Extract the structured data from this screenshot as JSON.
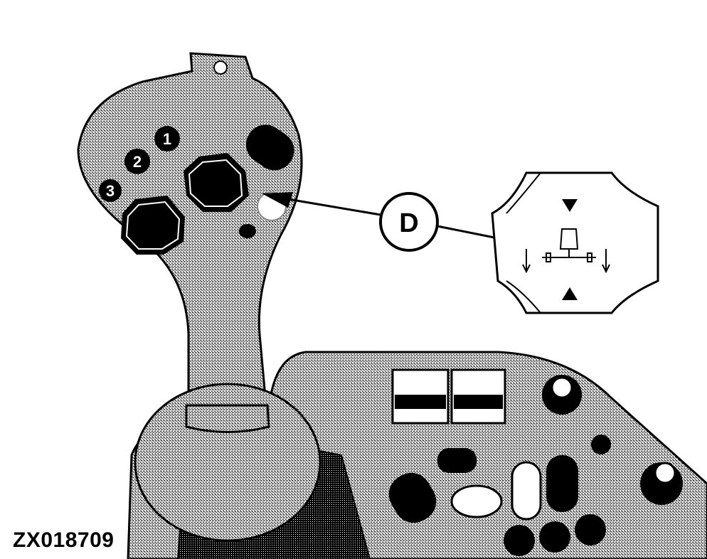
{
  "figure_id": "ZX018709",
  "callout": {
    "label": "D"
  },
  "joystick": {
    "buttons": [
      {
        "label": "1"
      },
      {
        "label": "2"
      },
      {
        "label": "3"
      }
    ]
  },
  "colors": {
    "line": "#000000",
    "fill": "#9a9a9a",
    "background": "#ffffff"
  }
}
